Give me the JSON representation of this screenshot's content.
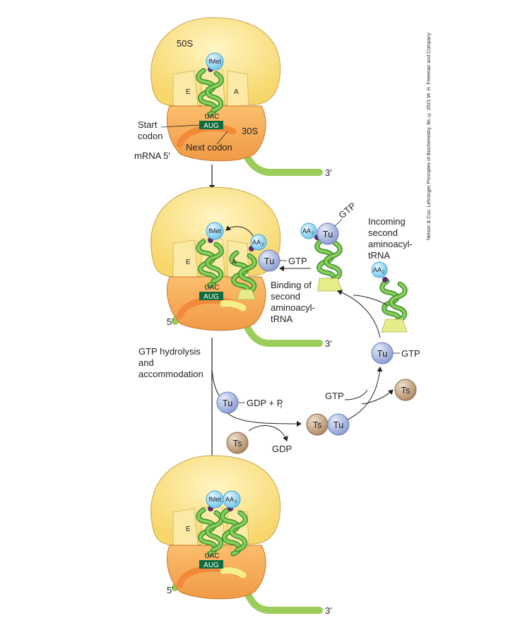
{
  "colors": {
    "large_subunit": "#fbe27a",
    "small_subunit": "#f7a24a",
    "trna": "#6cbd45",
    "mrna": "#9ccd5a",
    "aug_box": "#0d6b3d",
    "ef_tu": "#a6b3dc",
    "ef_ts": "#c4a483",
    "fmet": "#8fd3f3"
  },
  "panel1": {
    "subunit_large": "50S",
    "subunit_small": "30S",
    "site_e": "E",
    "site_a": "A",
    "anticodon": "UAC",
    "codon": "AUG",
    "fmet": "fMet",
    "start_codon_1": "Start",
    "start_codon_2": "codon",
    "next_codon": "Next codon",
    "mrna_5": "mRNA 5′",
    "mrna_3": "3′"
  },
  "panel2": {
    "site_e": "E",
    "site_a": "A",
    "anticodon": "UAC",
    "codon": "AUG",
    "fmet": "fMet",
    "aa2": "AA",
    "aa2_sub": "2",
    "tu": "Tu",
    "gtp": "GTP",
    "mrna_5": "5′",
    "mrna_3": "3′",
    "binding_1": "Binding of",
    "binding_2": "second",
    "binding_3": "aminoacyl-",
    "binding_4": "tRNA"
  },
  "incoming": {
    "label_1": "Incoming",
    "label_2": "second",
    "label_3": "aminoacyl-",
    "label_4": "tRNA",
    "tu": "Tu",
    "gtp": "GTP",
    "aa2": "AA",
    "aa2_sub": "2"
  },
  "cycle": {
    "hydrolysis_1": "GTP hydrolysis",
    "hydrolysis_2": "and",
    "hydrolysis_3": "accommodation",
    "tu": "Tu",
    "ts": "Ts",
    "gdp_pi": "GDP + P",
    "gdp_pi_sub": "i",
    "gdp": "GDP",
    "gtp": "GTP"
  },
  "panel3": {
    "site_e": "E",
    "anticodon": "UAC",
    "codon": "AUG",
    "fmet": "fMet",
    "aa2": "AA",
    "aa2_sub": "2",
    "mrna_5": "5′",
    "mrna_3": "3′"
  },
  "credit": "Nelson & Cox, Lehninger Principles of Biochemistry, 8e, © 2021 W. H. Freeman and Company"
}
